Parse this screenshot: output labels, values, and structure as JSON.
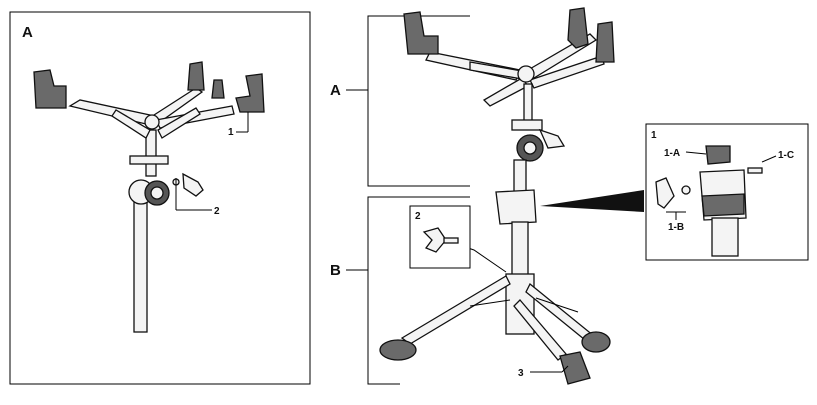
{
  "panel_a_left": {
    "label": "A",
    "callouts": {
      "part1": "1",
      "part2": "2"
    }
  },
  "main_assembly": {
    "label_a": "A",
    "label_b": "B",
    "callout_part3": "3"
  },
  "detail_part2": {
    "label": "2"
  },
  "detail_part1": {
    "label": "1",
    "sub_a": "1-A",
    "sub_b": "1-B",
    "sub_c": "1-C"
  },
  "colors": {
    "line": "#111111",
    "rubber": "#6a6a6a",
    "background": "#ffffff"
  }
}
